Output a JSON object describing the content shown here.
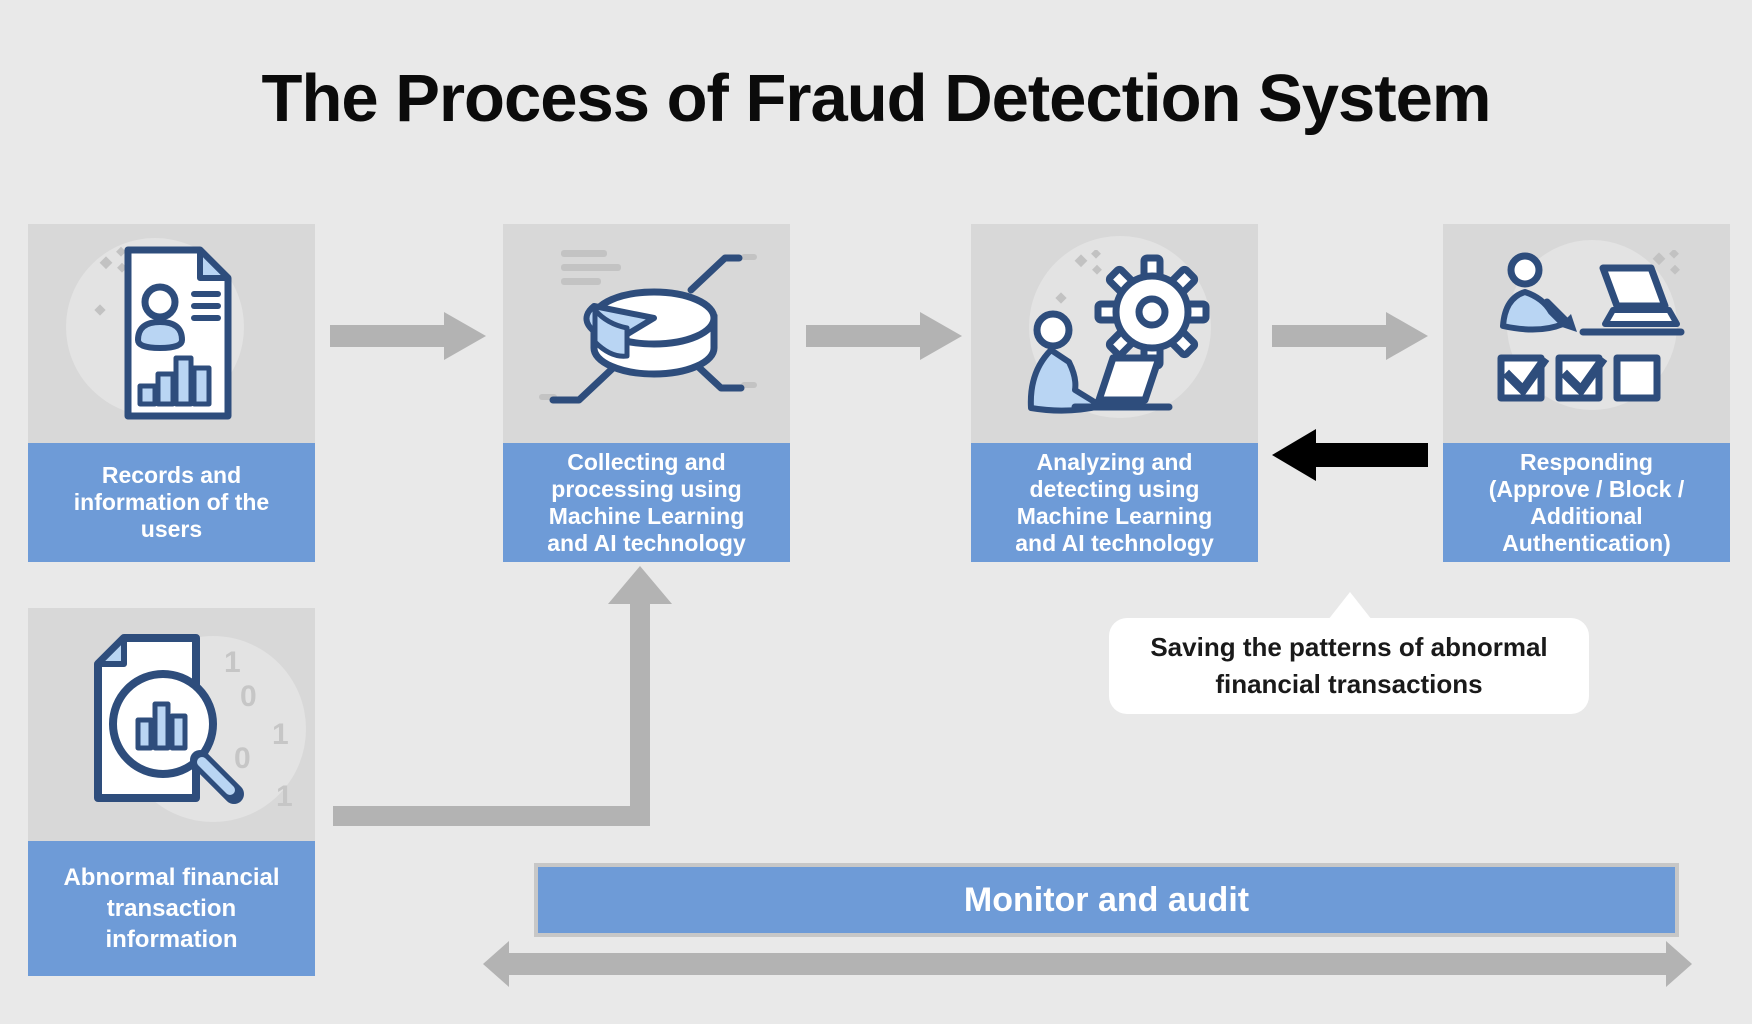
{
  "title": "The Process of Fraud Detection System",
  "steps": [
    {
      "label": "Records and\ninformation of the\nusers",
      "icon": "user-record-document-icon"
    },
    {
      "label": "Collecting and\nprocessing using\nMachine Learning\nand AI technology",
      "icon": "data-collection-pie-icon"
    },
    {
      "label": "Analyzing and\ndetecting using\nMachine Learning\nand AI technology",
      "icon": "analyst-gear-laptop-icon"
    },
    {
      "label": "Responding\n(Approve / Block /\nAdditional\nAuthentication)",
      "icon": "responder-checklist-icon"
    }
  ],
  "input_box": {
    "label": "Abnormal financial\ntransaction\ninformation",
    "icon": "magnifier-document-icon"
  },
  "callout": {
    "text": "Saving the patterns of abnormal\nfinancial transactions"
  },
  "monitor_bar": {
    "label": "Monitor and audit"
  },
  "colors": {
    "background": "#e9e9e9",
    "box_gray": "#d8d8d8",
    "accent_blue": "#6e9bd7",
    "icon_navy": "#2e4d7c",
    "icon_light_blue": "#b9d5f3",
    "arrow_gray": "#b3b3b3",
    "feedback_arrow_black": "#000000"
  }
}
